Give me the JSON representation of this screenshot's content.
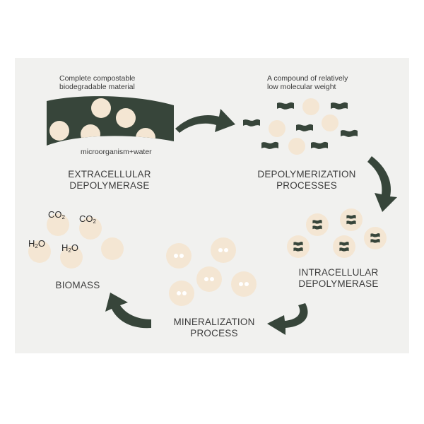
{
  "colors": {
    "background": "#f1f1ef",
    "dark_green": "#37453a",
    "cream": "#f4e6d3",
    "text": "#3d3d3d"
  },
  "notes": {
    "material": [
      "Complete compostable",
      "biodegradable material"
    ],
    "compound": [
      "A compound of relatively",
      "low molecular weight"
    ],
    "microorganism": "microorganism+water"
  },
  "stages": {
    "extracellular": [
      "EXTRACELLULAR",
      "DEPOLYMERASE"
    ],
    "depolymerization": [
      "DEPOLYMERIZATION",
      "PROCESSES"
    ],
    "intracellular": [
      "INTRACELLULAR",
      "DEPOLYMERASE"
    ],
    "mineralization": [
      "MINERALIZATION",
      "PROCESS"
    ],
    "biomass": "BIOMASS"
  },
  "chemicals": {
    "co2_a": {
      "base": "CO",
      "sub": "2"
    },
    "co2_b": {
      "base": "CO",
      "sub": "2"
    },
    "h2o_a": {
      "base": "H",
      "sub": "2",
      "tail": "O"
    },
    "h2o_b": {
      "base": "H",
      "sub": "2",
      "tail": "O"
    }
  },
  "icons": [
    "curved-arrow-icon",
    "circle-icon",
    "wave-fragment-icon",
    "cell-icon"
  ]
}
